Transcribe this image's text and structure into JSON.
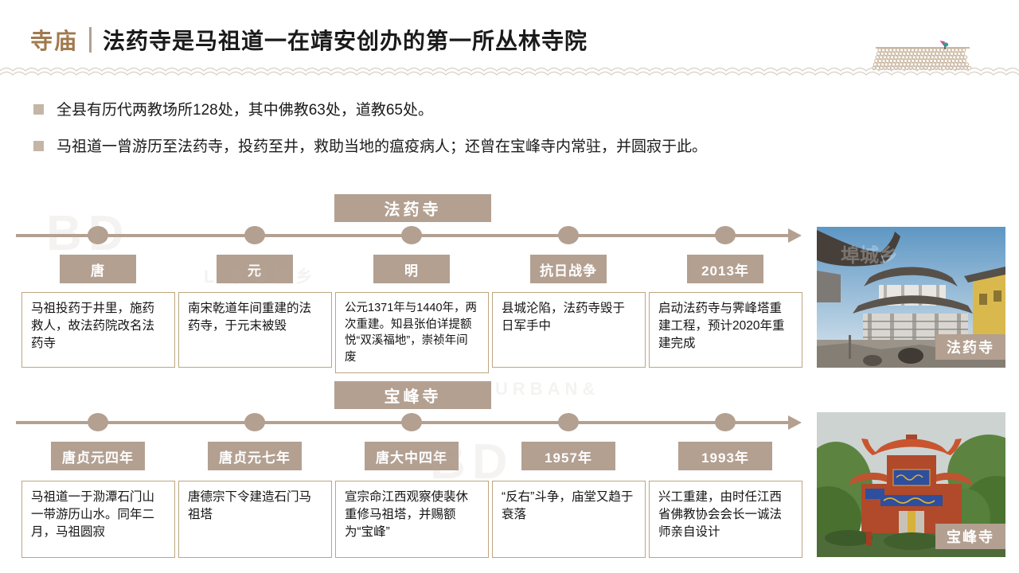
{
  "header": {
    "kicker": "寺庙",
    "title": "法药寺是马祖道一在靖安创办的第一所丛林寺院"
  },
  "bullets": [
    "全县有历代两教场所128处，其中佛教63处，道教65处。",
    "马祖道一曾游历至法药寺，投药至井，救助当地的瘟疫病人；还曾在宝峰寺内常驻，并圆寂于此。"
  ],
  "timelines": [
    {
      "title": "法药寺",
      "photo_label": "法药寺",
      "events": [
        {
          "label": "唐",
          "desc": "马祖投药于井里，施药救人，故法药院改名法药寺"
        },
        {
          "label": "元",
          "desc": "南宋乾道年间重建的法药寺，于元末被毁"
        },
        {
          "label": "明",
          "desc": "公元1371年与1440年，两次重建。知县张伯详提额悦“双溪福地”，崇祯年间废"
        },
        {
          "label": "抗日战争",
          "desc": "县城沦陷，法药寺毁于日军手中"
        },
        {
          "label": "2013年",
          "desc": "启动法药寺与霁峰塔重建工程，预计2020年重建完成"
        }
      ]
    },
    {
      "title": "宝峰寺",
      "photo_label": "宝峰寺",
      "events": [
        {
          "label": "唐贞元四年",
          "desc": "马祖道一于泐潭石门山一带游历山水。同年二月，马祖圆寂"
        },
        {
          "label": "唐贞元七年",
          "desc": "唐德宗下令建造石门马祖塔"
        },
        {
          "label": "唐大中四年",
          "desc": "宣宗命江西观察使裴休重修马祖塔，并赐额为“宝峰”"
        },
        {
          "label": "1957年",
          "desc": "“反右”斗争，庙堂又趋于衰落"
        },
        {
          "label": "1993年",
          "desc": "兴工重建，由时任江西省佛教协会会长一诚法师亲自设计"
        }
      ]
    }
  ],
  "colors": {
    "accent_tan": "#b3a091",
    "kicker_brown": "#a1794e",
    "wave_line": "#d9d1c7",
    "box_border": "#bda67f"
  },
  "watermark": {
    "fragments": [
      "BD",
      "L 水埠城乡",
      "URBAN&",
      "BD"
    ]
  }
}
